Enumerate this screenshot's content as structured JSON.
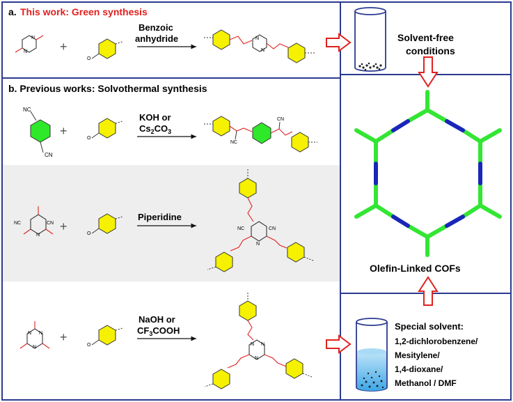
{
  "section_a": {
    "letter": "a.",
    "title": "This work: Green synthesis",
    "reagent_line1": "Benzoic",
    "reagent_line2": "anhydride"
  },
  "section_b": {
    "title": "b. Previous works: Solvothermal synthesis",
    "row1": {
      "reagent_line1": "KOH or",
      "reagent_line2_main": "Cs",
      "reagent_line2_sub1": "2",
      "reagent_line2_mid": "CO",
      "reagent_line2_sub2": "3"
    },
    "row2": {
      "reagent": "Piperidine"
    },
    "row3": {
      "reagent_line1": "NaOH or",
      "reagent_line2_pre": "CF",
      "reagent_line2_sub": "3",
      "reagent_line2_post": "COOH"
    }
  },
  "molecule_text": {
    "cn": "CN",
    "nc": "NC",
    "n": "N",
    "o": "O",
    "plus": "+"
  },
  "right_panel": {
    "solvent_free_line1": "Solvent-free",
    "solvent_free_line2": "conditions",
    "cof_label": "Olefin-Linked COFs",
    "special_solvent_title": "Special solvent:",
    "solvents": [
      "1,2-dichlorobenzene/",
      "Mesitylene/",
      "1,4-dioxane/",
      "Methanol / DMF"
    ]
  },
  "colors": {
    "frame": "#2b3a8f",
    "red_accent": "#e0211f",
    "yellow_ring": "#f5f100",
    "green_ring": "#2ee82a",
    "cof_green": "#33e633",
    "cof_blue": "#1a26b8",
    "liquid_blue": "#5ab8ec",
    "gray_panel": "#eeeeee"
  }
}
